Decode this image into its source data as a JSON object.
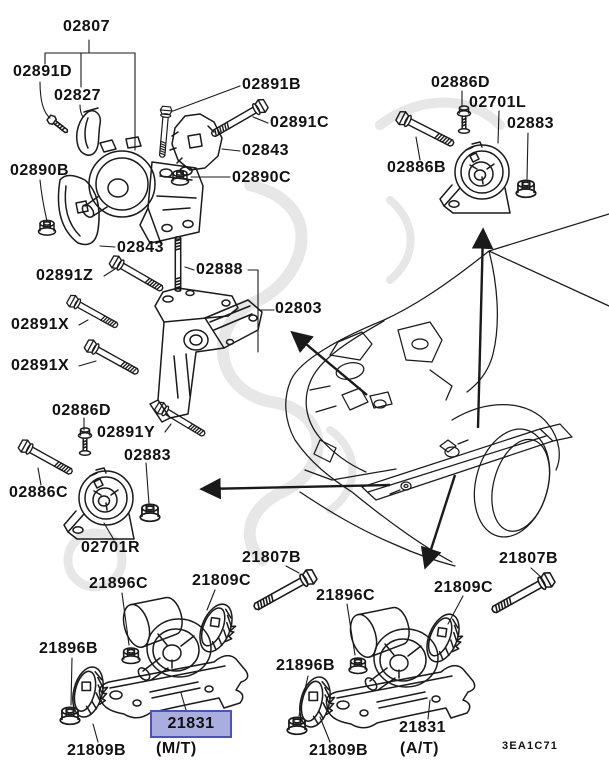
{
  "diagram": {
    "type": "parts-catalog-exploded-view",
    "subject": "engine and transmission mounting",
    "code": "3EA1C71",
    "variants": {
      "manual": "(M/T)",
      "automatic": "(A/T)"
    },
    "selected_part": "21831"
  },
  "colors": {
    "background": "#ffffff",
    "line": "#1a1a1a",
    "highlight_fill": "#a9ade0",
    "highlight_border": "#4d53ae",
    "watermark": "#e7e7e7"
  },
  "labels": {
    "p02807": "02807",
    "p02891D": "02891D",
    "p02827": "02827",
    "p02891B": "02891B",
    "p02891C": "02891C",
    "p02843_upper": "02843",
    "p02890C": "02890C",
    "p02890B": "02890B",
    "p02843_lower": "02843",
    "p02891Z": "02891Z",
    "p02888": "02888",
    "p02803": "02803",
    "p02891X_1": "02891X",
    "p02891X_2": "02891X",
    "p02886D_left": "02886D",
    "p02891Y": "02891Y",
    "p02883_left": "02883",
    "p02886C": "02886C",
    "p02701R": "02701R",
    "p02886D_right": "02886D",
    "p02701L": "02701L",
    "p02883_right": "02883",
    "p02886B": "02886B",
    "p21807B_mt": "21807B",
    "p21896C_mt": "21896C",
    "p21809C_mt": "21809C",
    "p21896B_mt": "21896B",
    "p21831_mt": "21831",
    "p21809B_mt": "21809B",
    "variant_mt": "(M/T)",
    "p21807B_at": "21807B",
    "p21896C_at": "21896C",
    "p21809C_at": "21809C",
    "p21896B_at": "21896B",
    "p21831_at": "21831",
    "p21809B_at": "21809B",
    "variant_at": "(A/T)",
    "code": "3EA1C71"
  }
}
